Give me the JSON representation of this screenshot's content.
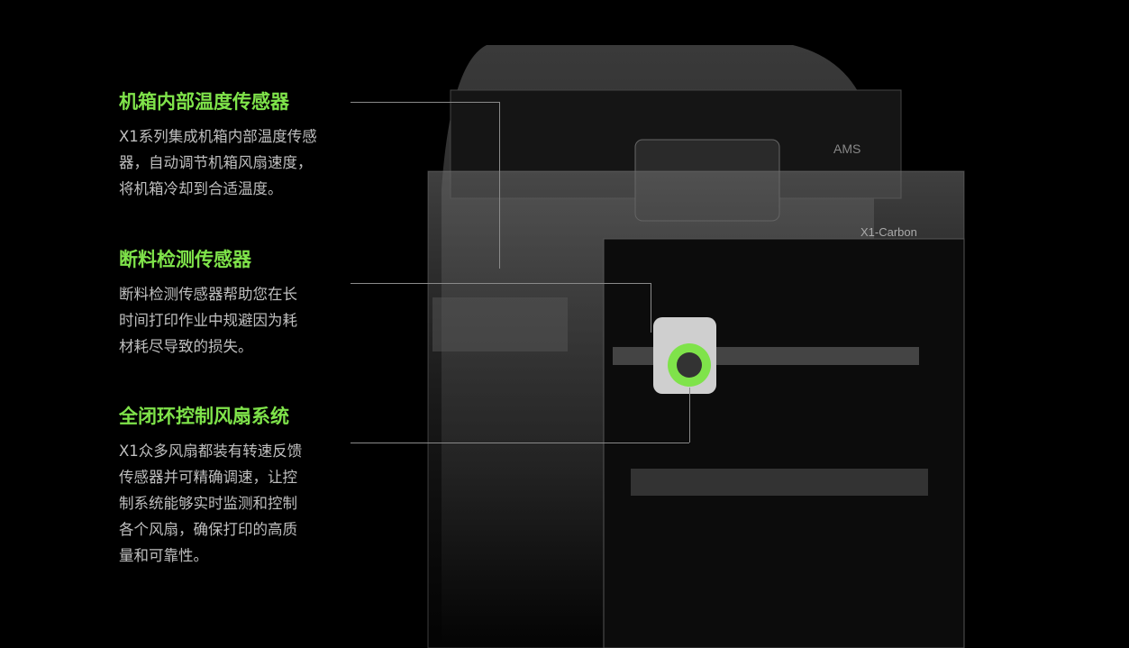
{
  "features": [
    {
      "title": "机箱内部温度传感器",
      "lines": [
        "X1系列集成机箱内部温度传感",
        "器，自动调节机箱风扇速度，",
        "将机箱冷却到合适温度。"
      ]
    },
    {
      "title": "断料检测传感器",
      "lines": [
        "断料检测传感器帮助您在长",
        "时间打印作业中规避因为耗",
        "材耗尽导致的损失。"
      ]
    },
    {
      "title": "全闭环控制风扇系统",
      "lines": [
        "X1众多风扇都装有转速反馈",
        "传感器并可精确调速，让控",
        "制系统能够实时监测和控制",
        "各个风扇，确保打印的高质",
        "量和可靠性。"
      ]
    }
  ],
  "printer": {
    "ams_label": "AMS",
    "model_label": "X1-Carbon",
    "accent": "#7fe34a"
  }
}
